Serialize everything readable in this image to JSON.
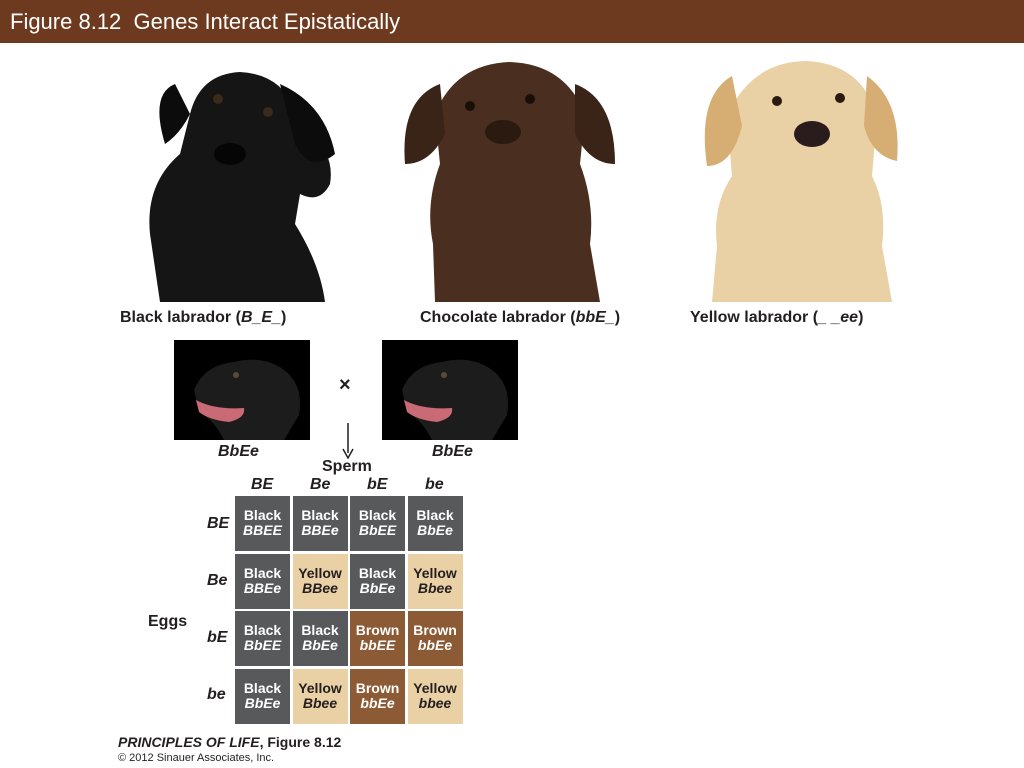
{
  "header": {
    "title": "Figure 8.12  Genes Interact Epistatically"
  },
  "dogs": [
    {
      "label": "Black labrador (",
      "geno": "B_E_",
      "close": ")"
    },
    {
      "label": "Chocolate labrador (",
      "geno": "bbE_",
      "close": ")"
    },
    {
      "label": "Yellow labrador (",
      "geno": "_ _ee",
      "close": ")"
    }
  ],
  "cross": {
    "symbol": "×",
    "parent_left": "BbEe",
    "parent_right": "BbEe",
    "sperm_label": "Sperm",
    "eggs_label": "Eggs",
    "col_heads": [
      "BE",
      "Be",
      "bE",
      "be"
    ],
    "row_heads": [
      "BE",
      "Be",
      "bE",
      "be"
    ]
  },
  "punnett": [
    [
      {
        "pheno": "Black",
        "geno": "BBEE",
        "color": "black"
      },
      {
        "pheno": "Black",
        "geno": "BBEe",
        "color": "black"
      },
      {
        "pheno": "Black",
        "geno": "BbEE",
        "color": "black"
      },
      {
        "pheno": "Black",
        "geno": "BbEe",
        "color": "black"
      }
    ],
    [
      {
        "pheno": "Black",
        "geno": "BBEe",
        "color": "black"
      },
      {
        "pheno": "Yellow",
        "geno": "BBee",
        "color": "yellow"
      },
      {
        "pheno": "Black",
        "geno": "BbEe",
        "color": "black"
      },
      {
        "pheno": "Yellow",
        "geno": "Bbee",
        "color": "yellow"
      }
    ],
    [
      {
        "pheno": "Black",
        "geno": "BbEE",
        "color": "black"
      },
      {
        "pheno": "Black",
        "geno": "BbEe",
        "color": "black"
      },
      {
        "pheno": "Brown",
        "geno": "bbEE",
        "color": "brown"
      },
      {
        "pheno": "Brown",
        "geno": "bbEe",
        "color": "brown"
      }
    ],
    [
      {
        "pheno": "Black",
        "geno": "BbEe",
        "color": "black"
      },
      {
        "pheno": "Yellow",
        "geno": "Bbee",
        "color": "yellow"
      },
      {
        "pheno": "Brown",
        "geno": "bbEe",
        "color": "brown"
      },
      {
        "pheno": "Yellow",
        "geno": "bbee",
        "color": "yellow"
      }
    ]
  ],
  "colors": {
    "title_bar": "#6e3a1f",
    "black": "#58595b",
    "yellow": "#ead0a5",
    "brown": "#8c5a34"
  },
  "credit": {
    "book": "PRINCIPLES OF LIFE",
    "figure": ", Figure 8.12",
    "copyright": "© 2012 Sinauer Associates, Inc."
  }
}
